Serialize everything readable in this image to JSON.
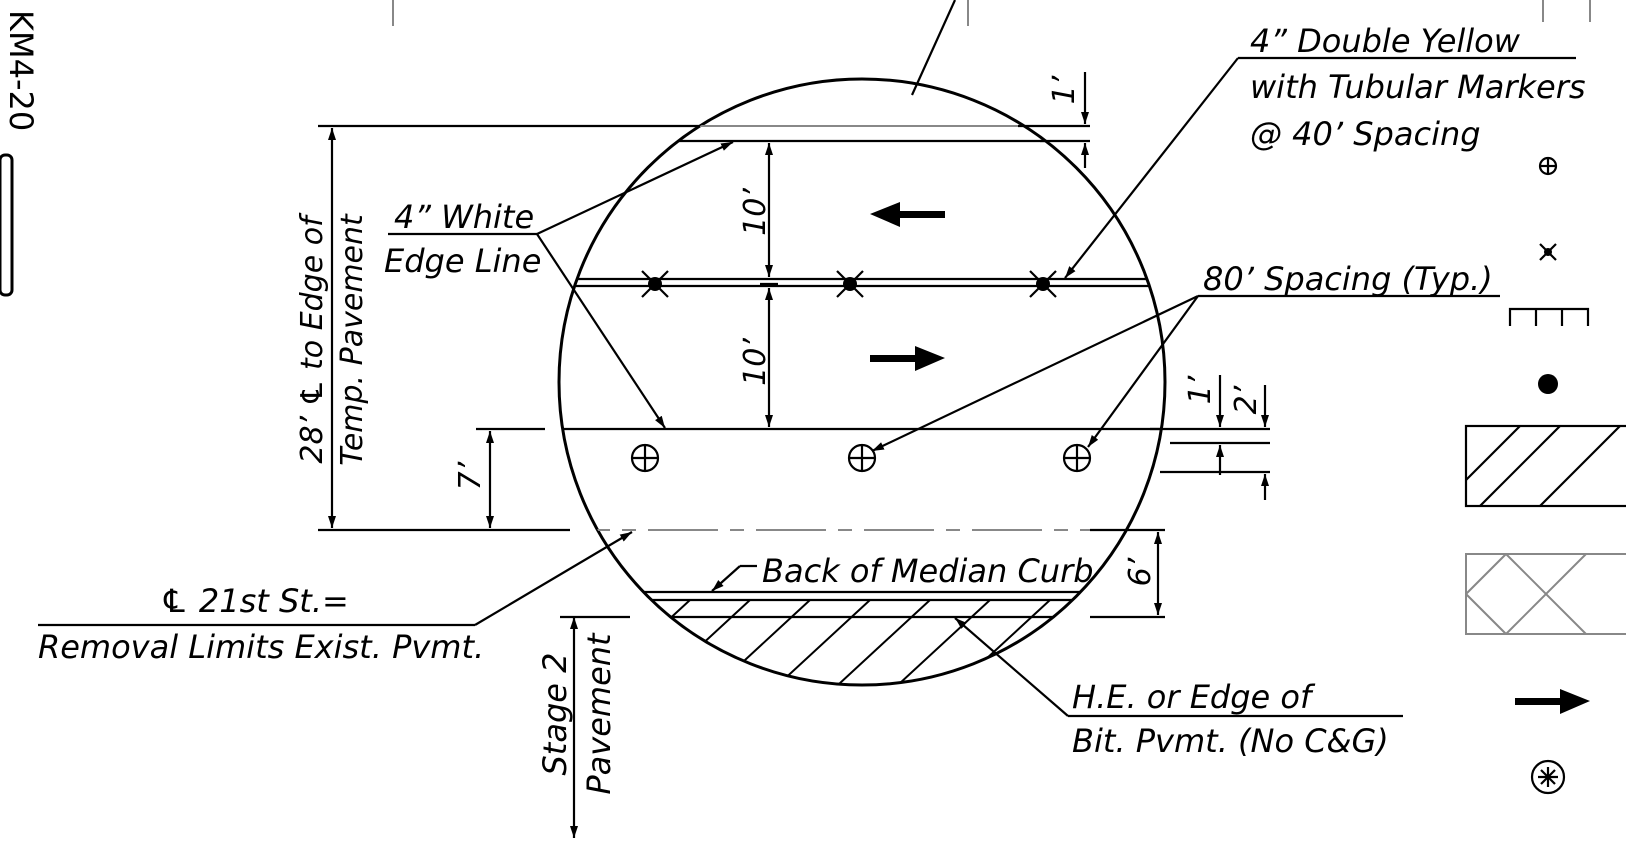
{
  "sheet_label": "KM4-20",
  "labels": {
    "double_yellow_1": "4” Double Yellow",
    "double_yellow_2": "with Tubular Markers",
    "double_yellow_3": "@ 40’ Spacing",
    "white_edge_1": "4” White",
    "white_edge_2": "Edge Line",
    "spacing_80": "80’ Spacing (Typ.)",
    "edge_pavement_1": "28’ ℄ to Edge of",
    "edge_pavement_2": "Temp. Pavement",
    "removal_1": "℄ 21st St.=",
    "removal_2": "Removal Limits Exist. Pvmt.",
    "median_curb": "Back of Median Curb",
    "he_edge_1": "H.E. or Edge of",
    "he_edge_2": "Bit. Pvmt. (No C&G)",
    "stage2_1": "Stage 2",
    "stage2_2": "Pavement"
  },
  "dimensions": {
    "d_top_1ft": "1’",
    "d_lane_top_10ft": "10’",
    "d_lane_bottom_10ft": "10’",
    "d_7ft": "7’",
    "d_right_1ft": "1’",
    "d_right_2ft": "2’",
    "d_6ft": "6’"
  },
  "legend": {
    "symbols": [
      "circle-plus-icon",
      "x-mark-icon",
      "barricade-icon",
      "dot-icon",
      "hatch-pattern",
      "crosshatch-pattern",
      "arrow-right-icon",
      "asterisk-circle-icon"
    ]
  }
}
